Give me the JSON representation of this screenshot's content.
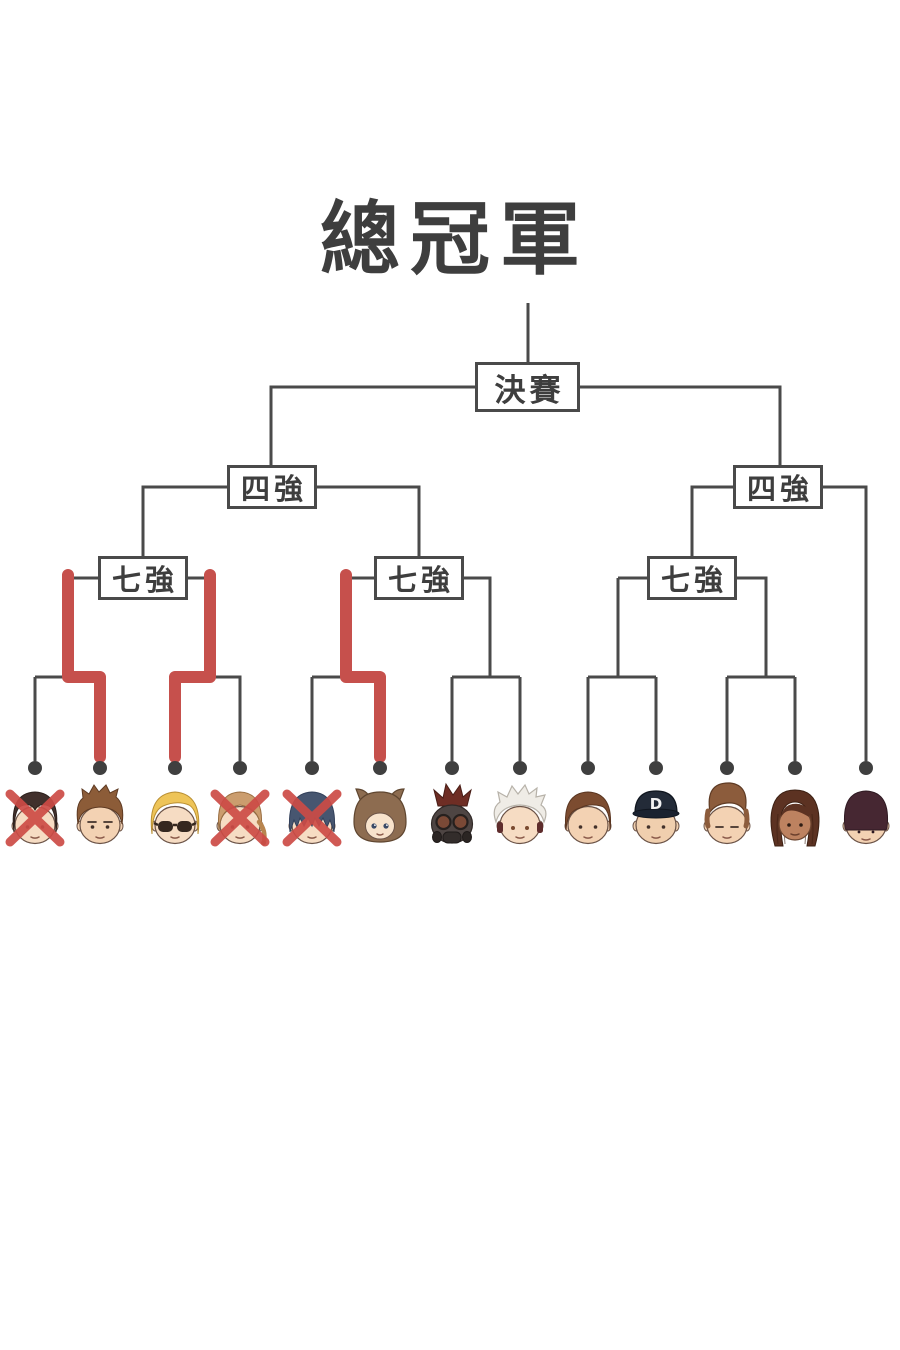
{
  "title": "總冠軍",
  "round_labels": {
    "final": "決賽",
    "semifinal": "四強",
    "quarterfinal": "七強"
  },
  "colors": {
    "background": "#ffffff",
    "line": "#4a4a4a",
    "winner_path": "#c6504c",
    "dot": "#3f3f3f",
    "box_background": "#ffffff",
    "text": "#3e3e3e",
    "elimination_x": "#cc4b45"
  },
  "first_round_winner_ids": [
    2,
    3,
    6
  ],
  "players": [
    {
      "id": 1,
      "description": "dark curtain hair",
      "style": "curtain",
      "hair": "#41302c",
      "skin": "#f6dcc3",
      "eliminated": true,
      "advanced": false
    },
    {
      "id": 2,
      "description": "brown spiky hair",
      "style": "spiky",
      "hair": "#8c5c38",
      "skin": "#f3d2b3",
      "eliminated": false,
      "advanced": true
    },
    {
      "id": 3,
      "description": "blonde bob with sunglasses",
      "style": "sunglasses",
      "hair": "#eec458",
      "skin": "#f6dcc3",
      "eliminated": false,
      "advanced": true
    },
    {
      "id": 4,
      "description": "light brown hair with braid",
      "style": "braid",
      "hair": "#cb9d6e",
      "skin": "#f6dcc3",
      "eliminated": true,
      "advanced": false
    },
    {
      "id": 5,
      "description": "dark blue hair with long bangs",
      "style": "bangs",
      "hair": "#475670",
      "skin": "#f6dcc3",
      "eliminated": true,
      "advanced": false
    },
    {
      "id": 6,
      "description": "brown animal-ear hood",
      "style": "hood",
      "hair": "#8d6c50",
      "skin": "#f8e3cc",
      "eliminated": false,
      "advanced": true
    },
    {
      "id": 7,
      "description": "maroon mohawk with gas mask",
      "style": "gasmask",
      "hair": "#6e2d24",
      "skin": "#4e4543",
      "eliminated": false,
      "advanced": false
    },
    {
      "id": 8,
      "description": "white spiky hair, headphones",
      "style": "whitespiky",
      "hair": "#efece6",
      "skin": "#f6dcc3",
      "eliminated": false,
      "advanced": false
    },
    {
      "id": 9,
      "description": "plain brown hair",
      "style": "plain",
      "hair": "#7c4c30",
      "skin": "#f3d2b3",
      "eliminated": false,
      "advanced": false
    },
    {
      "id": 10,
      "description": "navy baseball cap with D",
      "style": "cap",
      "hair": "#232b38",
      "skin": "#f0cfae",
      "eliminated": false,
      "advanced": false,
      "cap_letter": "D"
    },
    {
      "id": 11,
      "description": "tall brown pompadour",
      "style": "pompadour",
      "hair": "#8c5c3c",
      "skin": "#f3d2b3",
      "eliminated": false,
      "advanced": false
    },
    {
      "id": 12,
      "description": "dark skin, long dreadlocks",
      "style": "dreadlocks",
      "hair": "#5c3222",
      "skin": "#bd8260",
      "eliminated": false,
      "advanced": false
    },
    {
      "id": 13,
      "description": "dark bowl cut over eyes",
      "style": "bowl",
      "hair": "#462732",
      "skin": "#f3d2b3",
      "eliminated": false,
      "advanced": false
    }
  ]
}
